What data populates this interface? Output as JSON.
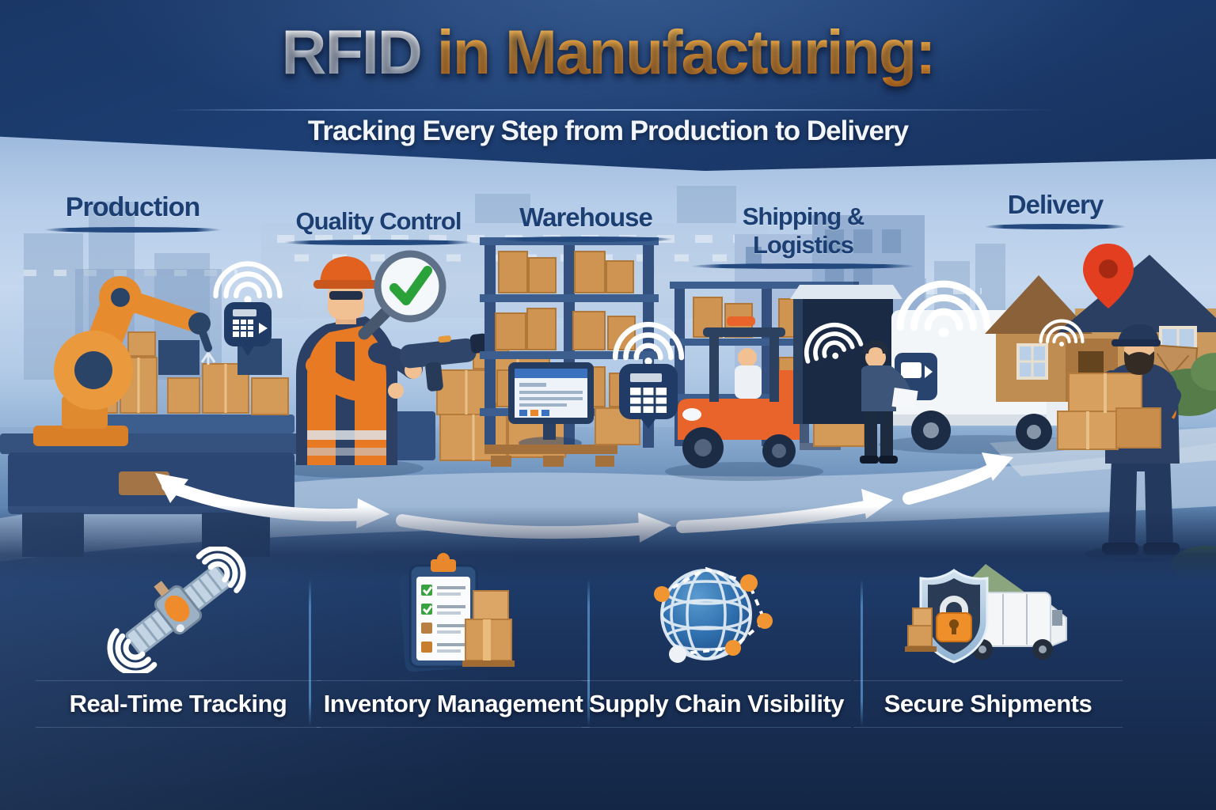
{
  "header": {
    "title_rfid": "RFID",
    "title_rest": " in Manufacturing:",
    "subtitle": "Tracking Every Step from Production to Delivery"
  },
  "stages": [
    {
      "label": "Production",
      "scene_icons": [
        "robotic-arm-icon",
        "rfid-tag-icon",
        "wifi-waves-icon",
        "conveyor-box-stack"
      ]
    },
    {
      "label": "Quality Control",
      "scene_icons": [
        "worker-with-rfid-scanner",
        "magnifier-checkmark-icon",
        "box-stack"
      ]
    },
    {
      "label": "Warehouse",
      "scene_icons": [
        "storage-racks",
        "inventory-monitor",
        "rfid-reader-icon",
        "wifi-waves-icon",
        "forklift"
      ]
    },
    {
      "label": "Shipping & Logistics",
      "scene_icons": [
        "cargo-truck",
        "delivery-van",
        "loading-worker",
        "wifi-waves-icon"
      ]
    },
    {
      "label": "Delivery",
      "scene_icons": [
        "house",
        "location-pin-icon",
        "wifi-waves-icon",
        "delivery-man-with-boxes"
      ]
    }
  ],
  "flow": {
    "direction": "left-to-right",
    "arrow_segments": 4,
    "arrow_color": "#ffffff"
  },
  "features": [
    {
      "label": "Real-Time Tracking",
      "icon": "satellite-icon"
    },
    {
      "label": "Inventory Management",
      "icon": "clipboard-checklist-icon"
    },
    {
      "label": "Supply Chain Visibility",
      "icon": "globe-network-icon"
    },
    {
      "label": "Secure Shipments",
      "icon": "shield-lock-van-icon"
    }
  ],
  "colors": {
    "banner_navy": "#1b3a6b",
    "title_white": "#f4f7fb",
    "title_orange": "#f09c30",
    "stage_label_navy": "#1c3f73",
    "sky_light_blue": "#bdd2ec",
    "floor_blue": "#5d83b2",
    "bottom_navy": "#1d3a68",
    "feature_label_white": "#ffffff",
    "box_tan": "#d49a58",
    "machine_orange": "#e78b2f",
    "pin_red": "#e23e1f",
    "check_green": "#2ba13a"
  }
}
